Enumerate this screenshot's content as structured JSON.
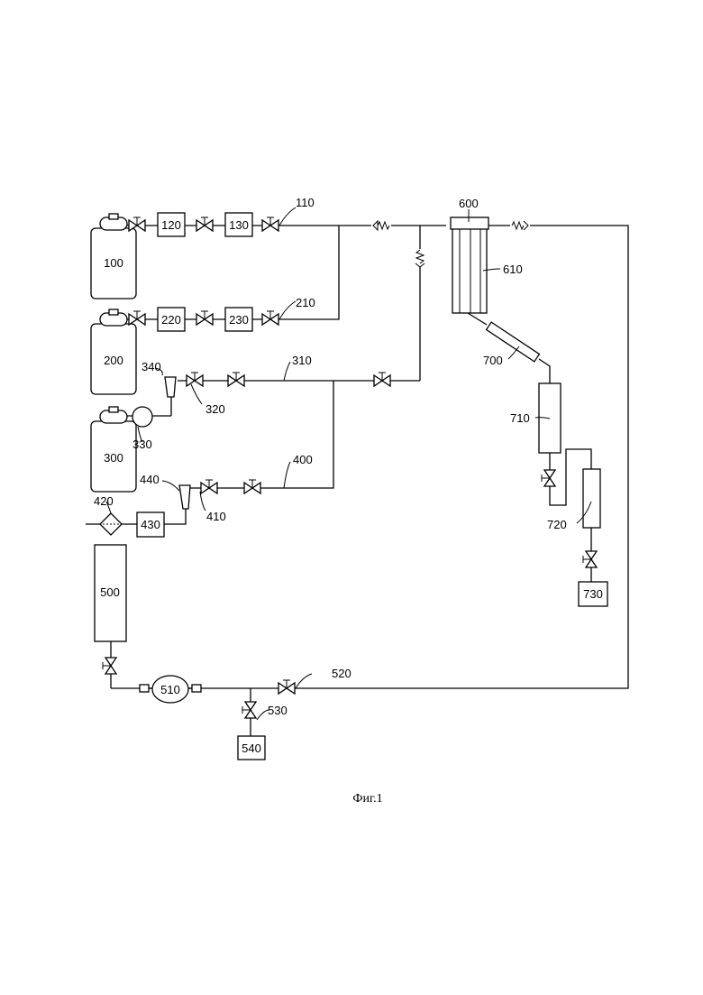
{
  "labels": {
    "n100": "100",
    "n110": "110",
    "n120": "120",
    "n130": "130",
    "n200": "200",
    "n210": "210",
    "n220": "220",
    "n230": "230",
    "n300": "300",
    "n310": "310",
    "n320": "320",
    "n330": "330",
    "n340": "340",
    "n400": "400",
    "n410": "410",
    "n420": "420",
    "n430": "430",
    "n440": "440",
    "n500": "500",
    "n510": "510",
    "n520": "520",
    "n530": "530",
    "n540": "540",
    "n600": "600",
    "n610": "610",
    "n700": "700",
    "n710": "710",
    "n720": "720",
    "n730": "730"
  },
  "caption": "Фиг.1"
}
